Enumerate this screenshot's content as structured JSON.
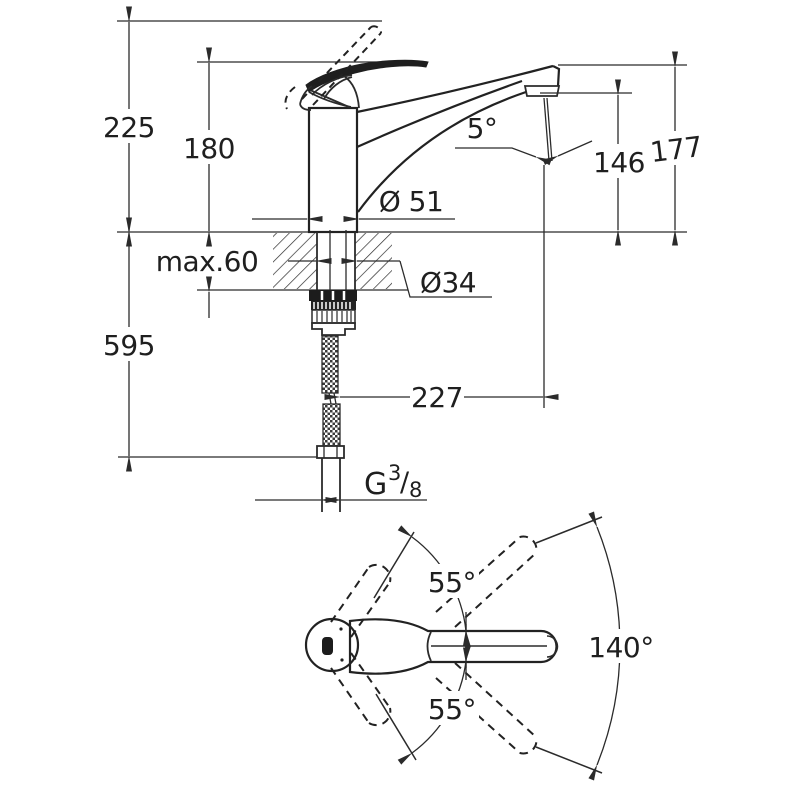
{
  "page": {
    "background": "#ffffff",
    "line_color": "#2b2b2b"
  },
  "side_view": {
    "dim_overall_height": "225",
    "dim_height_to_lever": "180",
    "dim_spout_angle": "5°",
    "dim_outlet_height": "146",
    "dim_spout_top_height": "177",
    "dim_base_diameter": "Ø 51",
    "dim_deck_thickness": "max.60",
    "dim_shank_diameter": "Ø34",
    "dim_supply_length": "595",
    "dim_spout_reach": "227",
    "thread": {
      "prefix": "G",
      "numerator": "3",
      "slash": "/",
      "denominator": "8"
    }
  },
  "top_view": {
    "dim_lever_swing_up": "55°",
    "dim_lever_swing_down": "55°",
    "dim_spout_swivel": "140°"
  }
}
